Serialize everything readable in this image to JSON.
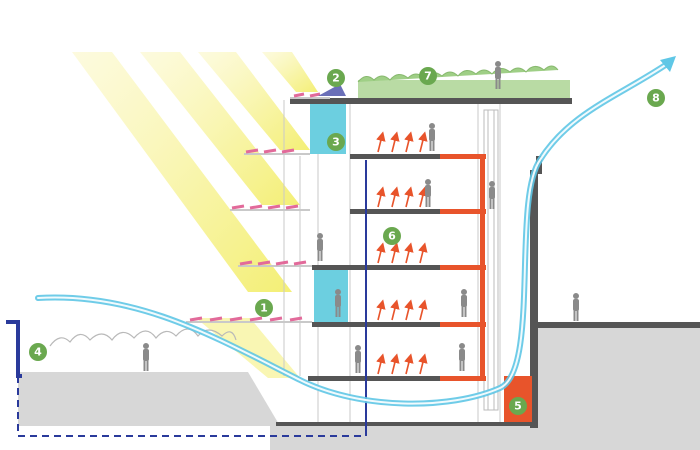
{
  "diagram": {
    "markers": [
      {
        "id": "1",
        "label": "1"
      },
      {
        "id": "2",
        "label": "2"
      },
      {
        "id": "3",
        "label": "3"
      },
      {
        "id": "4",
        "label": "4"
      },
      {
        "id": "5",
        "label": "5"
      },
      {
        "id": "6",
        "label": "6"
      },
      {
        "id": "7",
        "label": "7"
      },
      {
        "id": "8",
        "label": "8"
      }
    ],
    "colors": {
      "marker_fill": "#6aa84f",
      "sun_ray": "#f7f39a",
      "airflow": "#5fc7e6",
      "foundation_dash": "#2a3a9b",
      "heat_arrow": "#e8542b",
      "glazing": "#6ccfe0",
      "ground": "#d7d7d7",
      "slab": "#555555",
      "roof_green": "#b9dba4",
      "louvers": "#e26a9a",
      "heat_box": "#e8542b"
    },
    "icons": [
      "sun-rays",
      "airflow-arrow",
      "heat-arrow",
      "person-silhouette",
      "vegetation",
      "louvers"
    ]
  }
}
